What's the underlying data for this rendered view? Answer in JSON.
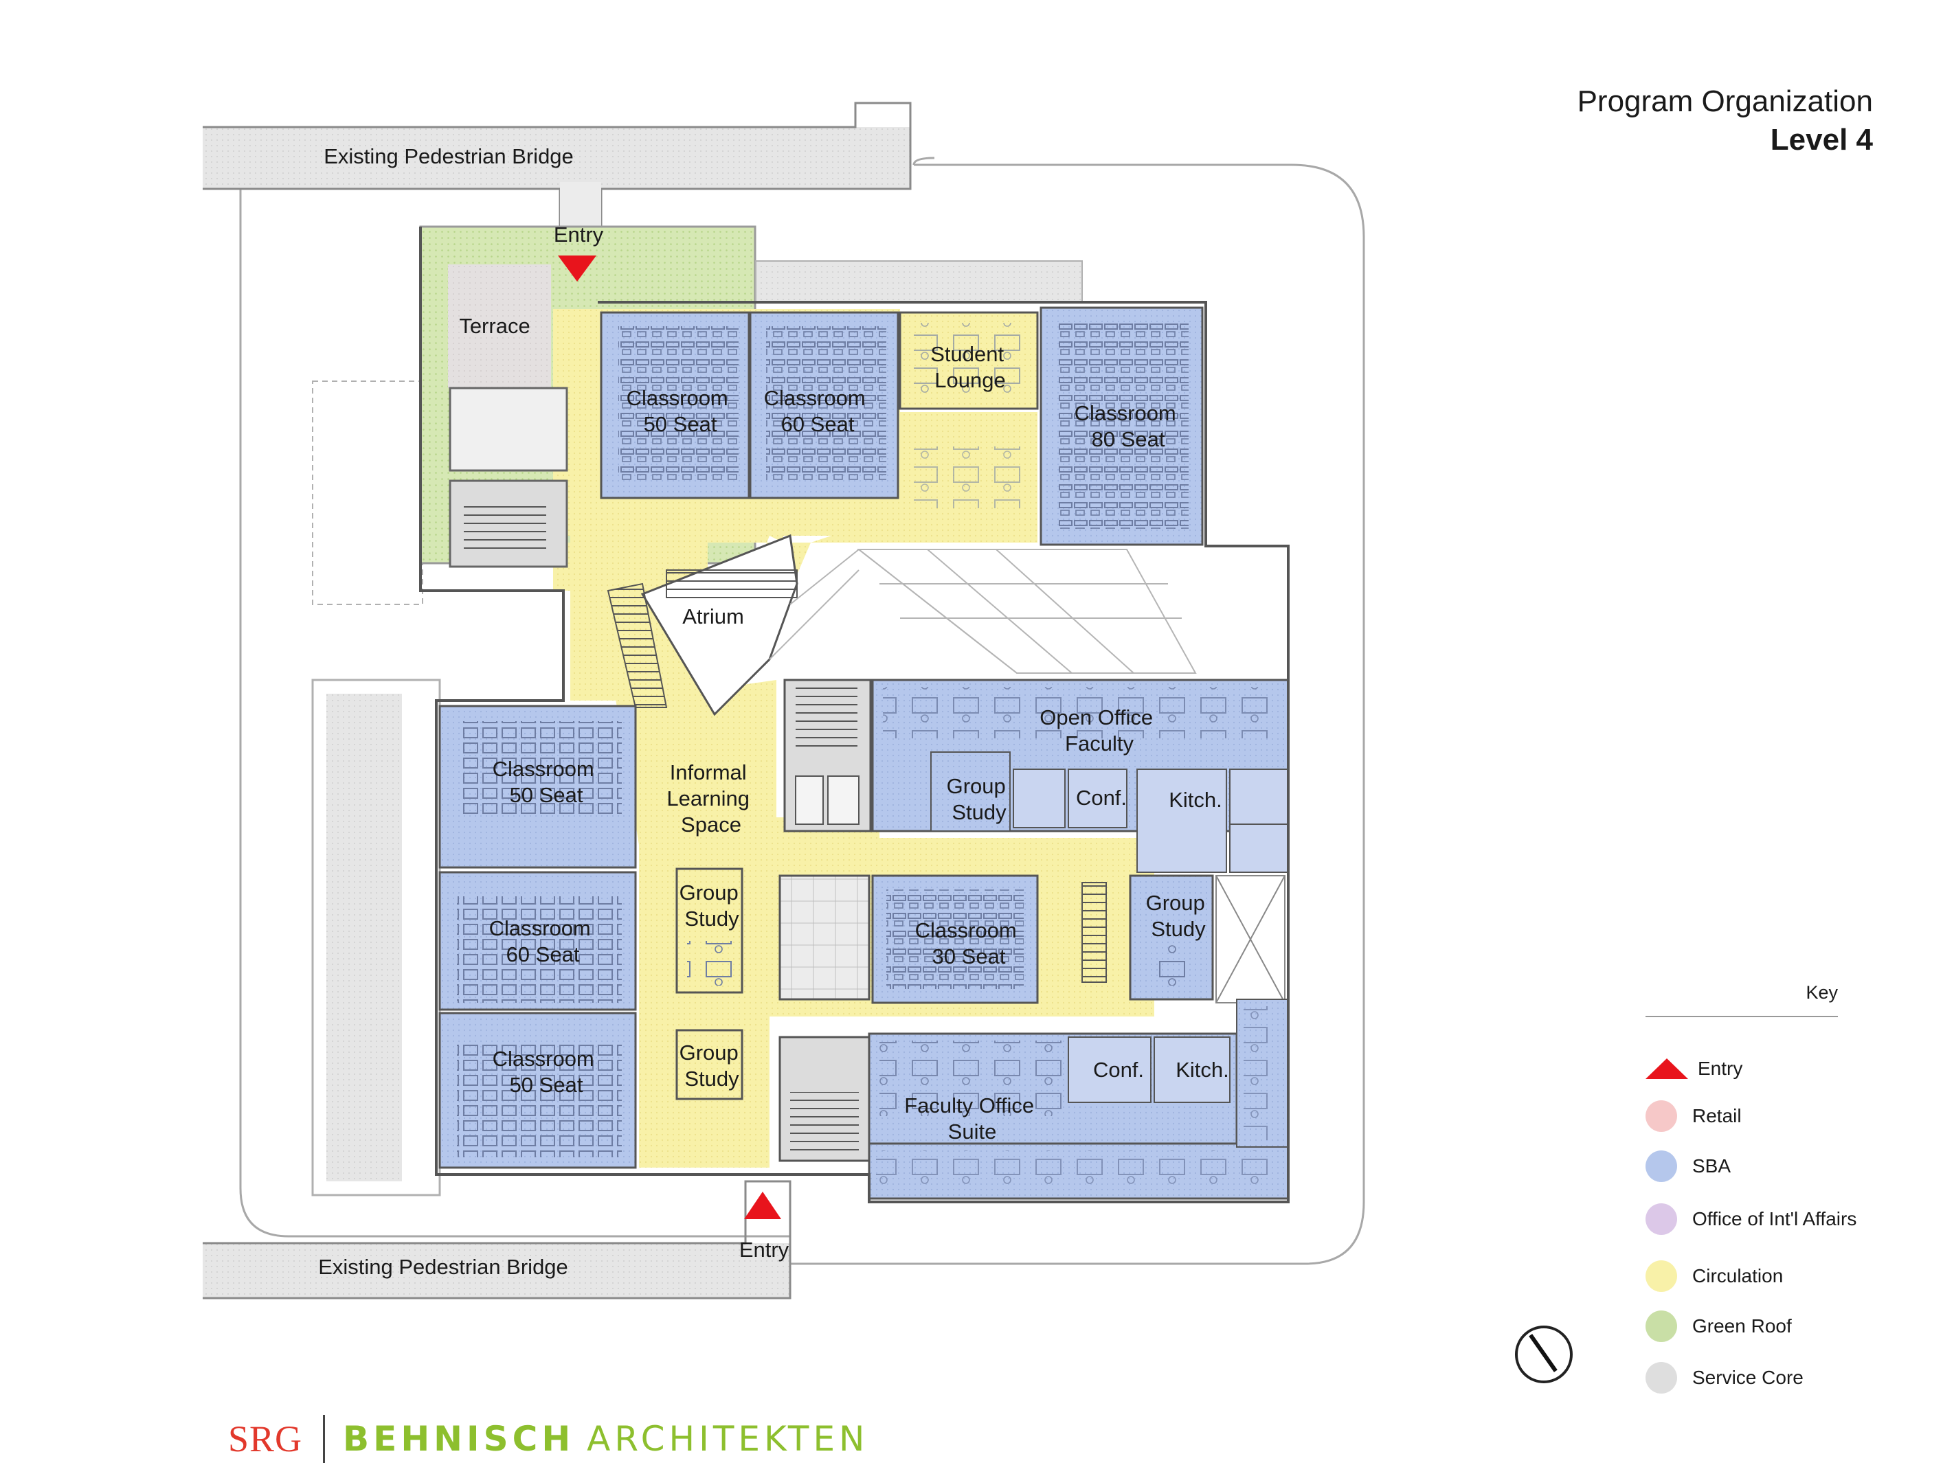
{
  "title": {
    "line1": "Program Organization",
    "line2": "Level 4"
  },
  "labels": {
    "bridge_top": "Existing Pedestrian Bridge",
    "bridge_bottom": "Existing Pedestrian Bridge",
    "entry_top": "Entry",
    "entry_bottom": "Entry",
    "terrace": "Terrace",
    "classroom_50_top": [
      "Classroom",
      "50 Seat"
    ],
    "classroom_60_top": [
      "Classroom",
      "60 Seat"
    ],
    "student_lounge": [
      "Student",
      "Lounge"
    ],
    "classroom_80": [
      "Classroom",
      "80 Seat"
    ],
    "atrium": "Atrium",
    "informal_learning": [
      "Informal",
      "Learning",
      "Space"
    ],
    "classroom_50_left": [
      "Classroom",
      "50 Seat"
    ],
    "classroom_60_left": [
      "Classroom",
      "60 Seat"
    ],
    "classroom_50_bottom": [
      "Classroom",
      "50 Seat"
    ],
    "group_study_1": [
      "Group",
      "Study"
    ],
    "group_study_2": [
      "Group",
      "Study"
    ],
    "group_study_3": [
      "Group",
      "Study"
    ],
    "group_study_4": [
      "Group",
      "Study"
    ],
    "open_office": [
      "Open Office",
      "Faculty"
    ],
    "conf_1": "Conf.",
    "conf_2": "Conf.",
    "kitch_1": "Kitch.",
    "kitch_2": "Kitch.",
    "classroom_30": [
      "Classroom",
      "30 Seat"
    ],
    "faculty_suite": [
      "Faculty Office",
      "Suite"
    ]
  },
  "key": {
    "title": "Key",
    "items": [
      {
        "label": "Entry",
        "color": "#e8141c",
        "icon": "triangle-icon"
      },
      {
        "label": "Retail",
        "color": "#f6c8c8",
        "icon": "dot-swatch"
      },
      {
        "label": "SBA",
        "color": "#b5c7ec",
        "icon": "dot-swatch"
      },
      {
        "label": "Office of Int'l Affairs",
        "color": "#dcc8e8",
        "icon": "dot-swatch"
      },
      {
        "label": "Circulation",
        "color": "#f8f1a8",
        "icon": "dot-swatch"
      },
      {
        "label": "Green Roof",
        "color": "#c9dfa6",
        "icon": "dot-swatch"
      },
      {
        "label": "Service Core",
        "color": "#dedede",
        "icon": "dot-swatch"
      }
    ]
  },
  "logo": {
    "srg": "SRG",
    "behnisch_bold": "BEHNISCH",
    "behnisch_light": "ARCHITEKTEN"
  },
  "colors": {
    "sba": "#b5c7ec",
    "circulation": "#f8f1a8",
    "green_roof": "#d4e6b0",
    "service": "#d9d9d9",
    "outline": "#9a9a9a",
    "entry": "#e8141c"
  }
}
